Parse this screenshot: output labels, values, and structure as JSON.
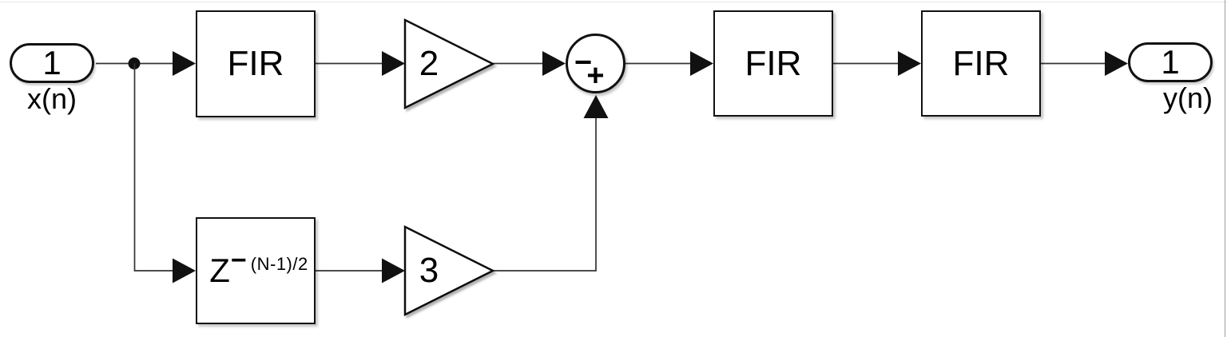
{
  "colors": {
    "background": "#ffffff",
    "wire": "#333333",
    "block_edge": "#111111",
    "text": "#000000"
  },
  "input_port": {
    "number": "1",
    "label": "x(n)"
  },
  "output_port": {
    "number": "1",
    "label": "y(n)"
  },
  "fir_blocks": [
    {
      "label": "FIR"
    },
    {
      "label": "FIR"
    },
    {
      "label": "FIR"
    }
  ],
  "delay_block": {
    "base": "Z",
    "superscript_minus": "−",
    "superscript_exponent": "(N-1)/2"
  },
  "gain_blocks": [
    {
      "value": "2"
    },
    {
      "value": "3"
    }
  ],
  "sum_block": {
    "left_port_sign": "−",
    "bottom_port_sign": "+"
  }
}
